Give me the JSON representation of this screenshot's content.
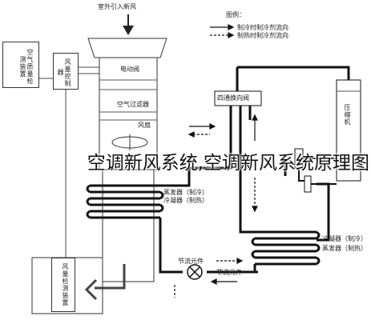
{
  "diagram": {
    "top_label": "室外引入新风",
    "legend": {
      "title": "图例：",
      "cooling_flow": "制冷时制冷剂流向",
      "heating_flow": "制热时制冷剂流向"
    },
    "left_box": "空气质量检测装置",
    "air_valve_box": "风量控制器",
    "air_valve_label": "电动阀",
    "filter_label": "空气过滤器",
    "fan_label": "风扇",
    "four_way_valve": "四通换向阀",
    "compressor": "压缩机",
    "evaporator_label_top": "蒸发器（制冷）",
    "condenser_label_top": "冷凝器（制热）",
    "condenser_label_right": "冷凝器（制冷）",
    "evaporator_label_right": "蒸发器（制热）",
    "throttle": "节流元件",
    "bottom_box": "风量检测装置"
  },
  "caption": "空调新风系统,空调新风系统原理图",
  "colors": {
    "line": "#111111",
    "thin": "#444444",
    "text": "#222222"
  }
}
